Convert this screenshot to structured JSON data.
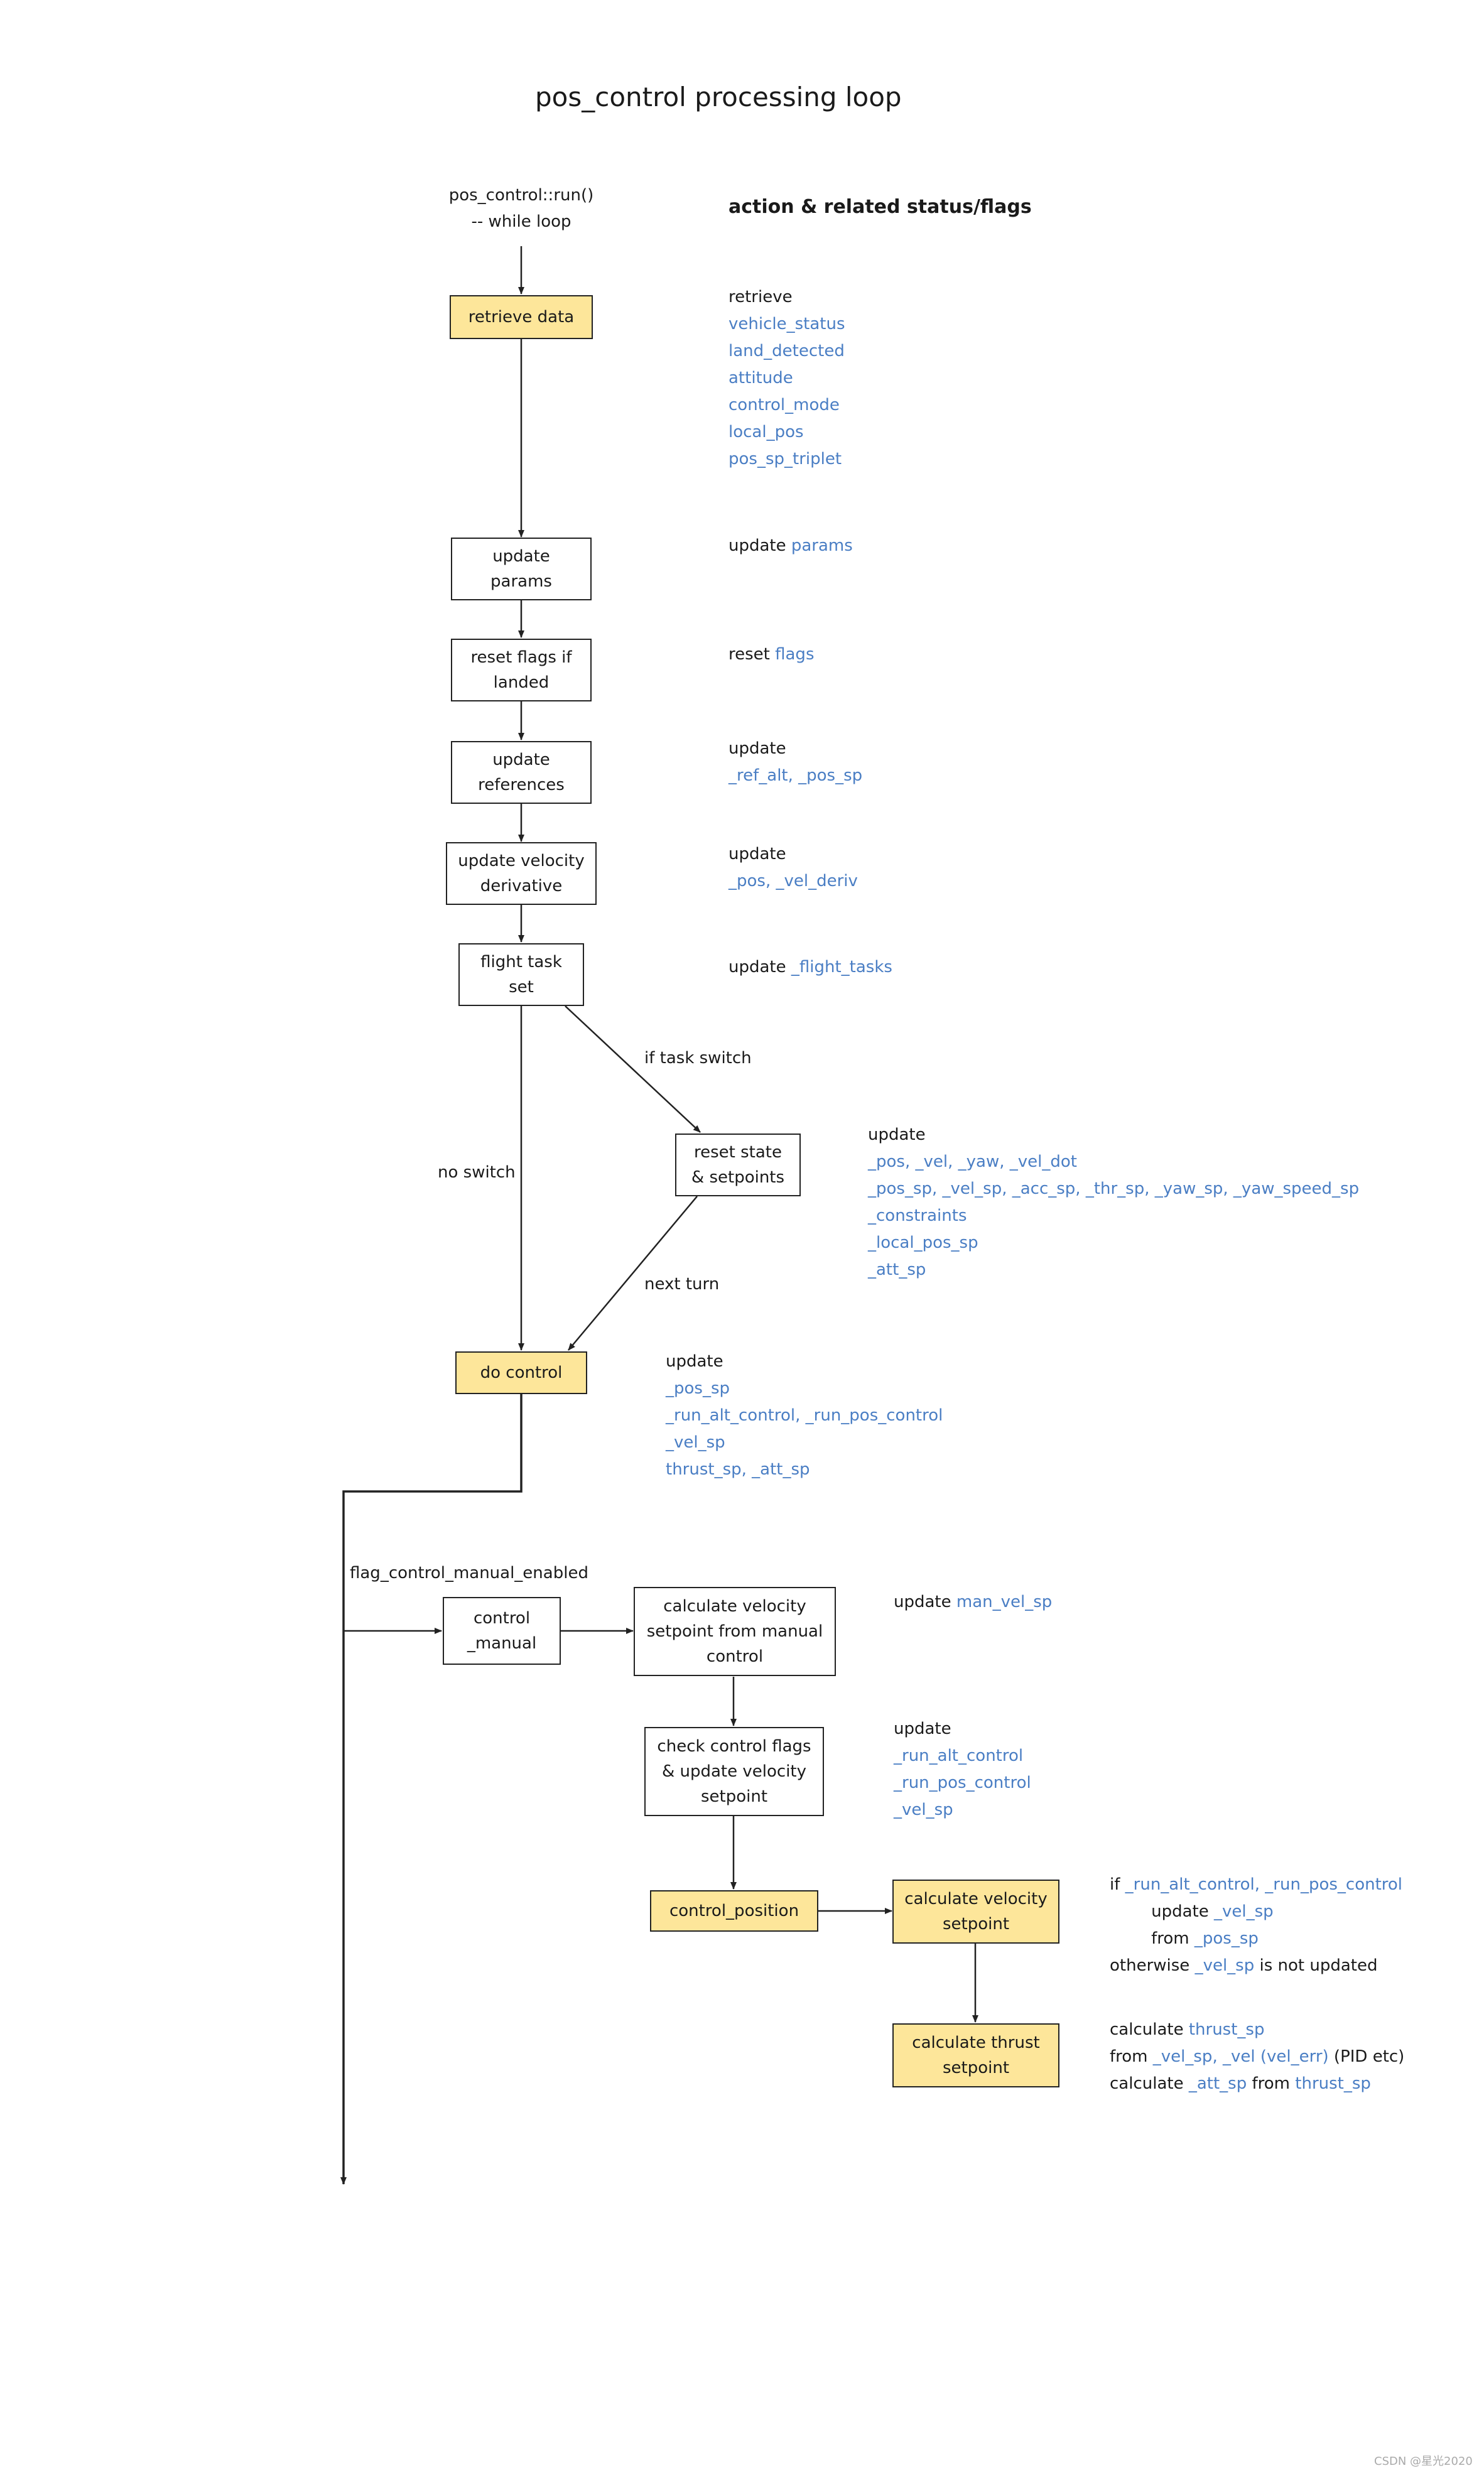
{
  "title": "pos_control processing loop",
  "start": {
    "line1": "pos_control::run()",
    "line2": "-- while loop"
  },
  "column_heading": "action & related status/flags",
  "boxes": {
    "retrieve": [
      "retrieve data"
    ],
    "update_params": [
      "update",
      "params"
    ],
    "reset_flags": [
      "reset flags if",
      "landed"
    ],
    "update_refs": [
      "update",
      "references"
    ],
    "update_vel_deriv": [
      "update velocity",
      "derivative"
    ],
    "flight_task": [
      "flight task",
      "set"
    ],
    "reset_state": [
      "reset state",
      "& setpoints"
    ],
    "do_control": [
      "do control"
    ],
    "control_manual": [
      "control",
      "_manual"
    ],
    "calc_vel_manual": [
      "calculate velocity",
      "setpoint from manual",
      "control"
    ],
    "check_flags": [
      "check control flags",
      "& update velocity",
      "setpoint"
    ],
    "control_position": [
      "control_position"
    ],
    "calc_vel_sp": [
      "calculate velocity",
      "setpoint"
    ],
    "calc_thrust_sp": [
      "calculate thrust",
      "setpoint"
    ]
  },
  "edge_labels": {
    "if_task_switch": "if task switch",
    "no_switch": "no switch",
    "next_turn": "next turn",
    "flag_manual": "flag_control_manual_enabled"
  },
  "notes": {
    "retrieve": [
      [
        {
          "t": "retrieve",
          "c": "k"
        }
      ],
      [
        {
          "t": "vehicle_status",
          "c": "b"
        }
      ],
      [
        {
          "t": "land_detected",
          "c": "b"
        }
      ],
      [
        {
          "t": "attitude",
          "c": "b"
        }
      ],
      [
        {
          "t": "control_mode",
          "c": "b"
        }
      ],
      [
        {
          "t": "local_pos",
          "c": "b"
        }
      ],
      [
        {
          "t": "pos_sp_triplet",
          "c": "b"
        }
      ]
    ],
    "params": [
      [
        {
          "t": "update ",
          "c": "k"
        },
        {
          "t": "params",
          "c": "b"
        }
      ]
    ],
    "flags": [
      [
        {
          "t": "reset ",
          "c": "k"
        },
        {
          "t": "flags",
          "c": "b"
        }
      ]
    ],
    "refs": [
      [
        {
          "t": "update",
          "c": "k"
        }
      ],
      [
        {
          "t": "_ref_alt, _pos_sp",
          "c": "b"
        }
      ]
    ],
    "vel_deriv": [
      [
        {
          "t": "update",
          "c": "k"
        }
      ],
      [
        {
          "t": "_pos, _vel_deriv",
          "c": "b"
        }
      ]
    ],
    "flight_tasks": [
      [
        {
          "t": "update ",
          "c": "k"
        },
        {
          "t": "_flight_tasks",
          "c": "b"
        }
      ]
    ],
    "reset_state": [
      [
        {
          "t": "update",
          "c": "k"
        }
      ],
      [
        {
          "t": "_pos, _vel, _yaw, _vel_dot",
          "c": "b"
        }
      ],
      [
        {
          "t": "_pos_sp, _vel_sp, _acc_sp, _thr_sp, _yaw_sp, _yaw_speed_sp",
          "c": "b"
        }
      ],
      [
        {
          "t": "_constraints",
          "c": "b"
        }
      ],
      [
        {
          "t": "_local_pos_sp",
          "c": "b"
        }
      ],
      [
        {
          "t": "_att_sp",
          "c": "b"
        }
      ]
    ],
    "do_control": [
      [
        {
          "t": "update",
          "c": "k"
        }
      ],
      [
        {
          "t": "_pos_sp",
          "c": "b"
        }
      ],
      [
        {
          "t": "_run_alt_control, _run_pos_control",
          "c": "b"
        }
      ],
      [
        {
          "t": "_vel_sp",
          "c": "b"
        }
      ],
      [
        {
          "t": "thrust_sp, _att_sp",
          "c": "b"
        }
      ]
    ],
    "man_vel": [
      [
        {
          "t": "update ",
          "c": "k"
        },
        {
          "t": "man_vel_sp",
          "c": "b"
        }
      ]
    ],
    "check_flags": [
      [
        {
          "t": "update",
          "c": "k"
        }
      ],
      [
        {
          "t": "_run_alt_control",
          "c": "b"
        }
      ],
      [
        {
          "t": "_run_pos_control",
          "c": "b"
        }
      ],
      [
        {
          "t": "_vel_sp",
          "c": "b"
        }
      ]
    ],
    "calc_vel": [
      [
        {
          "t": "if ",
          "c": "k"
        },
        {
          "t": "_run_alt_control, _run_pos_control",
          "c": "b"
        }
      ],
      [
        {
          "t": "        update ",
          "c": "k"
        },
        {
          "t": "_vel_sp",
          "c": "b"
        }
      ],
      [
        {
          "t": "        from ",
          "c": "k"
        },
        {
          "t": "_pos_sp",
          "c": "b"
        }
      ],
      [
        {
          "t": "otherwise ",
          "c": "k"
        },
        {
          "t": "_vel_sp",
          "c": "b"
        },
        {
          "t": " is not updated",
          "c": "k"
        }
      ]
    ],
    "calc_thrust": [
      [
        {
          "t": "calculate ",
          "c": "k"
        },
        {
          "t": "thrust_sp",
          "c": "b"
        }
      ],
      [
        {
          "t": "from ",
          "c": "k"
        },
        {
          "t": "_vel_sp, _vel (vel_err)",
          "c": "b"
        },
        {
          "t": " (PID etc)",
          "c": "k"
        }
      ],
      [
        {
          "t": "calculate ",
          "c": "k"
        },
        {
          "t": "_att_sp",
          "c": "b"
        },
        {
          "t": " from ",
          "c": "k"
        },
        {
          "t": "thrust_sp",
          "c": "b"
        }
      ]
    ]
  },
  "watermark": "CSDN @星光2020",
  "colors": {
    "highlight_fill": "#fde69a",
    "link_text": "#4a7ec4",
    "line": "#222222"
  }
}
